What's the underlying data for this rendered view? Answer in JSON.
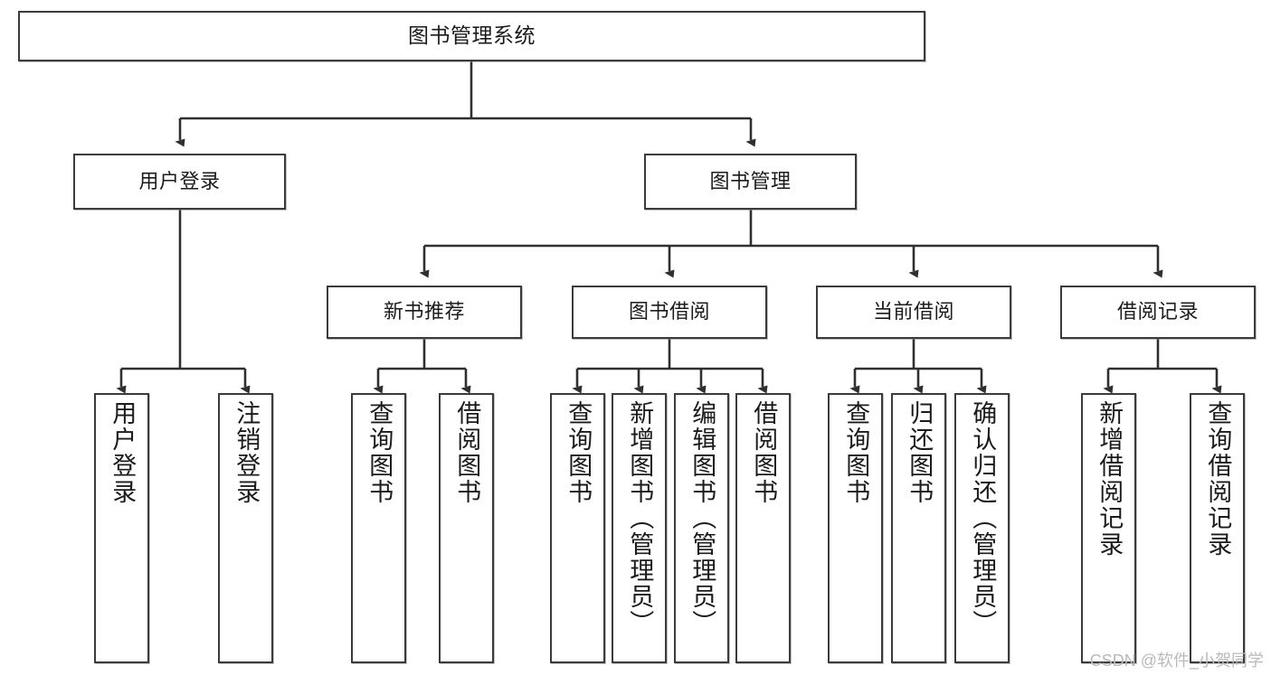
{
  "diagram": {
    "title": "图书管理系统",
    "type": "tree-hierarchy-diagram",
    "colors": {
      "box_border": "#3b3b3b",
      "box_fill": "#ffffff",
      "edge": "#2f2f2f",
      "text": "#1b1b1b",
      "watermark": "#b9b9b9"
    },
    "watermark": "CSDN @软件_小贺同学"
  },
  "nodes": {
    "root": {
      "label": "图书管理系统"
    },
    "level2": [
      {
        "label": "用户登录"
      },
      {
        "label": "图书管理"
      }
    ],
    "level3": [
      {
        "label": "新书推荐"
      },
      {
        "label": "图书借阅"
      },
      {
        "label": "当前借阅"
      },
      {
        "label": "借阅记录"
      }
    ],
    "leaves": {
      "user_login": [
        {
          "label": "用户登录"
        },
        {
          "label": "注销登录"
        }
      ],
      "new_book_recommend": [
        {
          "label": "查询图书"
        },
        {
          "label": "借阅图书"
        }
      ],
      "book_borrow": [
        {
          "label": "查询图书"
        },
        {
          "label": "新增图书（管理员）"
        },
        {
          "label": "编辑图书（管理员）"
        },
        {
          "label": "借阅图书"
        }
      ],
      "current_borrow": [
        {
          "label": "查询图书"
        },
        {
          "label": "归还图书"
        },
        {
          "label": "确认归还（管理员）"
        }
      ],
      "borrow_record": [
        {
          "label": "新增借阅记录"
        },
        {
          "label": "查询借阅记录"
        }
      ]
    }
  }
}
